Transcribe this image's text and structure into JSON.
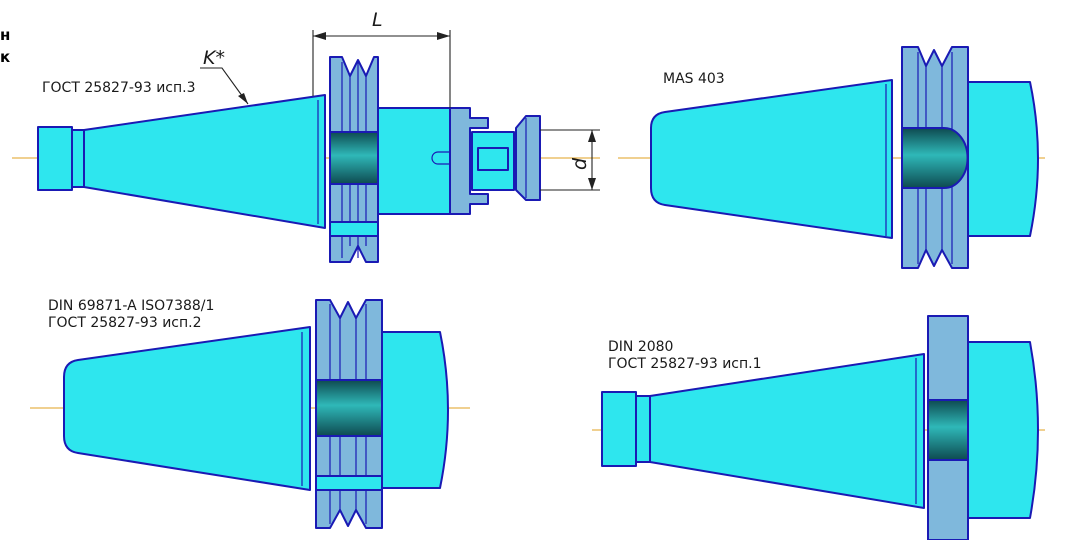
{
  "colors": {
    "body": "#2ee6ee",
    "outline": "#1a1ab4",
    "flange": "#7fb8dc",
    "slot_dark": "#1c5e66",
    "axis": "#e0a020"
  },
  "labels": {
    "gost_3": "ГОСТ 25827-93 исп.3",
    "mas": "MAS 403",
    "din_69871": "DIN 69871-A ISO7388/1",
    "gost_2": "ГОСТ 25827-93 исп.2",
    "din_2080": "DIN 2080",
    "gost_1": "ГОСТ 25827-93 исп.1"
  },
  "dimensions": {
    "length": "L",
    "taper": "K*",
    "diameter": "d"
  },
  "edge_chars": [
    "н",
    "к"
  ]
}
